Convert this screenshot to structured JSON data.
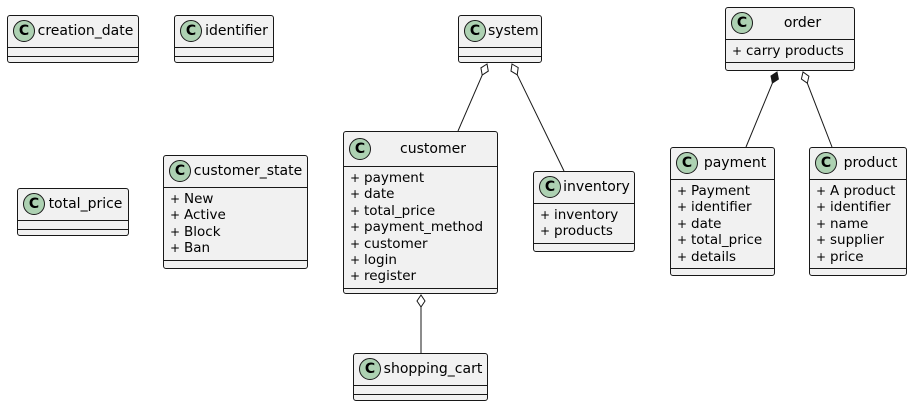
{
  "classes": [
    {
      "id": "creation_date",
      "name": "creation_date",
      "attributes": []
    },
    {
      "id": "identifier",
      "name": "identifier",
      "attributes": []
    },
    {
      "id": "system",
      "name": "system",
      "attributes": []
    },
    {
      "id": "order",
      "name": "order",
      "attributes": [
        "carry products"
      ]
    },
    {
      "id": "customer",
      "name": "customer",
      "attributes": [
        "payment",
        "date",
        "total_price",
        "payment_method",
        "customer",
        "login",
        "register"
      ]
    },
    {
      "id": "customer_state",
      "name": "customer_state",
      "attributes": [
        "New",
        "Active",
        "Block",
        "Ban"
      ]
    },
    {
      "id": "total_price",
      "name": "total_price",
      "attributes": []
    },
    {
      "id": "inventory",
      "name": "inventory",
      "attributes": [
        "inventory",
        "products"
      ]
    },
    {
      "id": "payment",
      "name": "payment",
      "attributes": [
        "Payment",
        "identifier",
        "date",
        "total_price",
        "details"
      ]
    },
    {
      "id": "product",
      "name": "product",
      "attributes": [
        "A product",
        "identifier",
        "name",
        "supplier",
        "price"
      ]
    },
    {
      "id": "shopping_cart",
      "name": "shopping_cart",
      "attributes": []
    }
  ],
  "relations": [
    {
      "from": "system",
      "to": "customer",
      "kind": "aggregation"
    },
    {
      "from": "system",
      "to": "inventory",
      "kind": "aggregation"
    },
    {
      "from": "order",
      "to": "payment",
      "kind": "composition"
    },
    {
      "from": "order",
      "to": "product",
      "kind": "aggregation"
    },
    {
      "from": "customer",
      "to": "shopping_cart",
      "kind": "aggregation"
    }
  ],
  "class_badge_letter": "C",
  "attribute_visibility": "+",
  "colors": {
    "class_fill": "#f1f1f1",
    "badge_fill": "#add1b2",
    "border": "#181818",
    "line": "#181818"
  }
}
